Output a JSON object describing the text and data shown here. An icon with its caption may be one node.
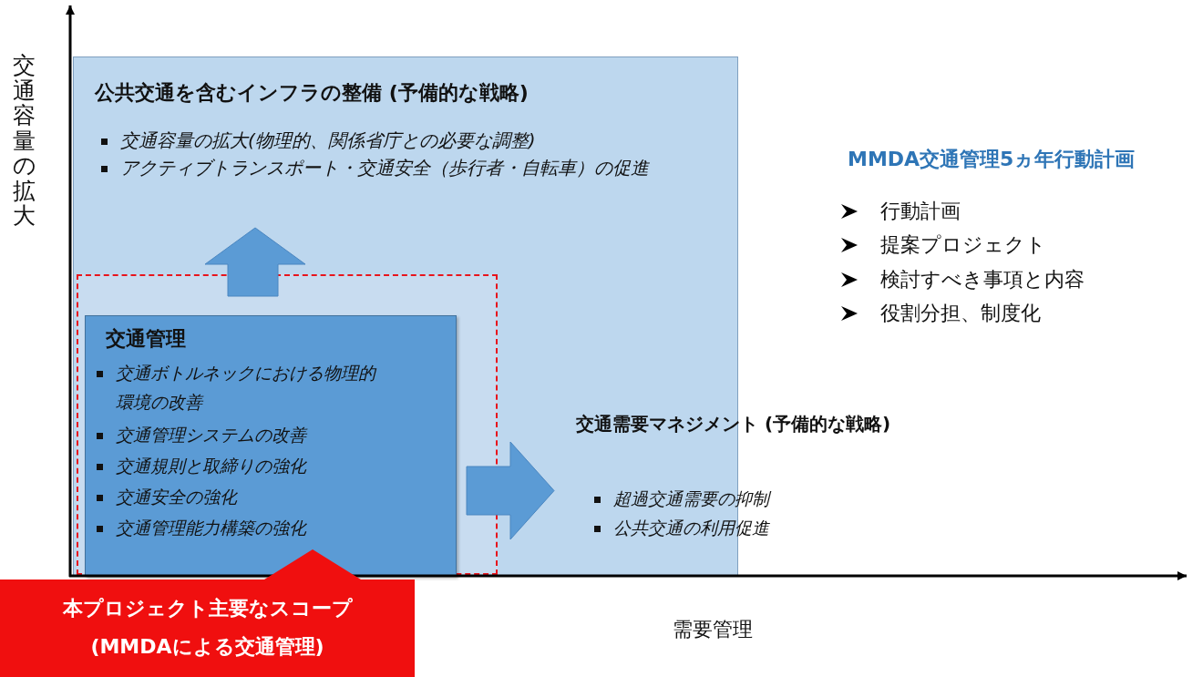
{
  "diagram": {
    "nodes": [
      {
        "text": [
          "公共交通を含むインフラの整備 (予備的な戦略)",
          "交通容量の拡大(物理的、関係省庁との必要な調整)",
          "アクティブトランスポート・交通安全（歩行者・自転車）の促進"
        ]
      },
      {
        "text": [],
        "shape": "box",
        "in": 0
      },
      {
        "text": [
          "交通管理",
          "交通ボトルネックにおける物理的環境の改善",
          "交通管理システムの改善",
          "交通規則と取締りの強化",
          "交通安全の強化",
          "交通管理能力構築の強化"
        ],
        "in": 1
      },
      {
        "text": [
          "交通需要マネジメント  (予備的な戦略)",
          "超過交通需要の抑制",
          "公共交通の利用促進"
        ]
      },
      {
        "text": [
          "本プロジェクト主要なスコープ",
          "(MMDAによる交通管理)"
        ]
      }
    ],
    "edges": [
      {
        "from": 1,
        "to": null,
        "arrow": "to"
      },
      {
        "from": 1,
        "to": 3,
        "arrow": "to"
      }
    ],
    "labels": [
      "交通容量の拡大",
      "MMDA交通管理5ヵ年行動計画",
      "行動計画",
      "提案プロジェクト",
      "検討すべき事項と内容",
      "役割分担、制度化",
      "需要管理"
    ]
  }
}
